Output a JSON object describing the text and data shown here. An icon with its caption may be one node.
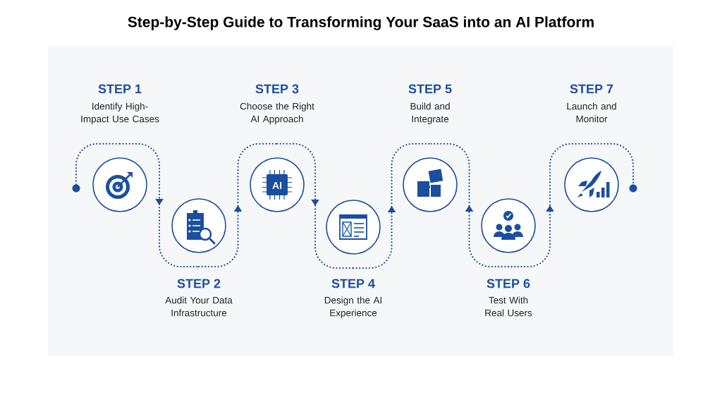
{
  "diagram": {
    "title": "Step-by-Step Guide to Transforming Your SaaS into an AI Platform",
    "nodes": [
      {
        "text": [],
        "shape": "circle"
      },
      {
        "text": [
          "STEP 1",
          "Identify High-Impact Use Cases"
        ]
      },
      {
        "text": [
          "STEP 2",
          "Audit Your Data Infrastructure"
        ]
      },
      {
        "text": [
          "STEP 3",
          "Choose the Right AI Approach"
        ]
      },
      {
        "text": [
          "STEP 4",
          "Design the AI Experience"
        ]
      },
      {
        "text": [
          "STEP 5",
          "Build and Integrate"
        ]
      },
      {
        "text": [
          "STEP 6",
          "Test With Real Users"
        ]
      },
      {
        "text": [
          "STEP 7",
          "Launch and Monitor"
        ]
      },
      {
        "text": [],
        "shape": "circle"
      }
    ],
    "edges": [
      {
        "from": 0,
        "to": 1,
        "arrow": "none",
        "style": "dashed"
      },
      {
        "from": 1,
        "to": 2,
        "arrow": "to",
        "style": "dashed"
      },
      {
        "from": 2,
        "to": 3,
        "arrow": "to",
        "style": "dashed"
      },
      {
        "from": 3,
        "to": 4,
        "arrow": "to",
        "style": "dashed"
      },
      {
        "from": 4,
        "to": 5,
        "arrow": "to",
        "style": "dashed"
      },
      {
        "from": 6,
        "to": 5,
        "arrow": "to",
        "style": "dashed"
      },
      {
        "from": 6,
        "to": 7,
        "arrow": "to",
        "style": "dashed"
      },
      {
        "from": 7,
        "to": 8,
        "arrow": "none",
        "style": "dashed"
      }
    ],
    "labels": [
      "AI"
    ]
  }
}
